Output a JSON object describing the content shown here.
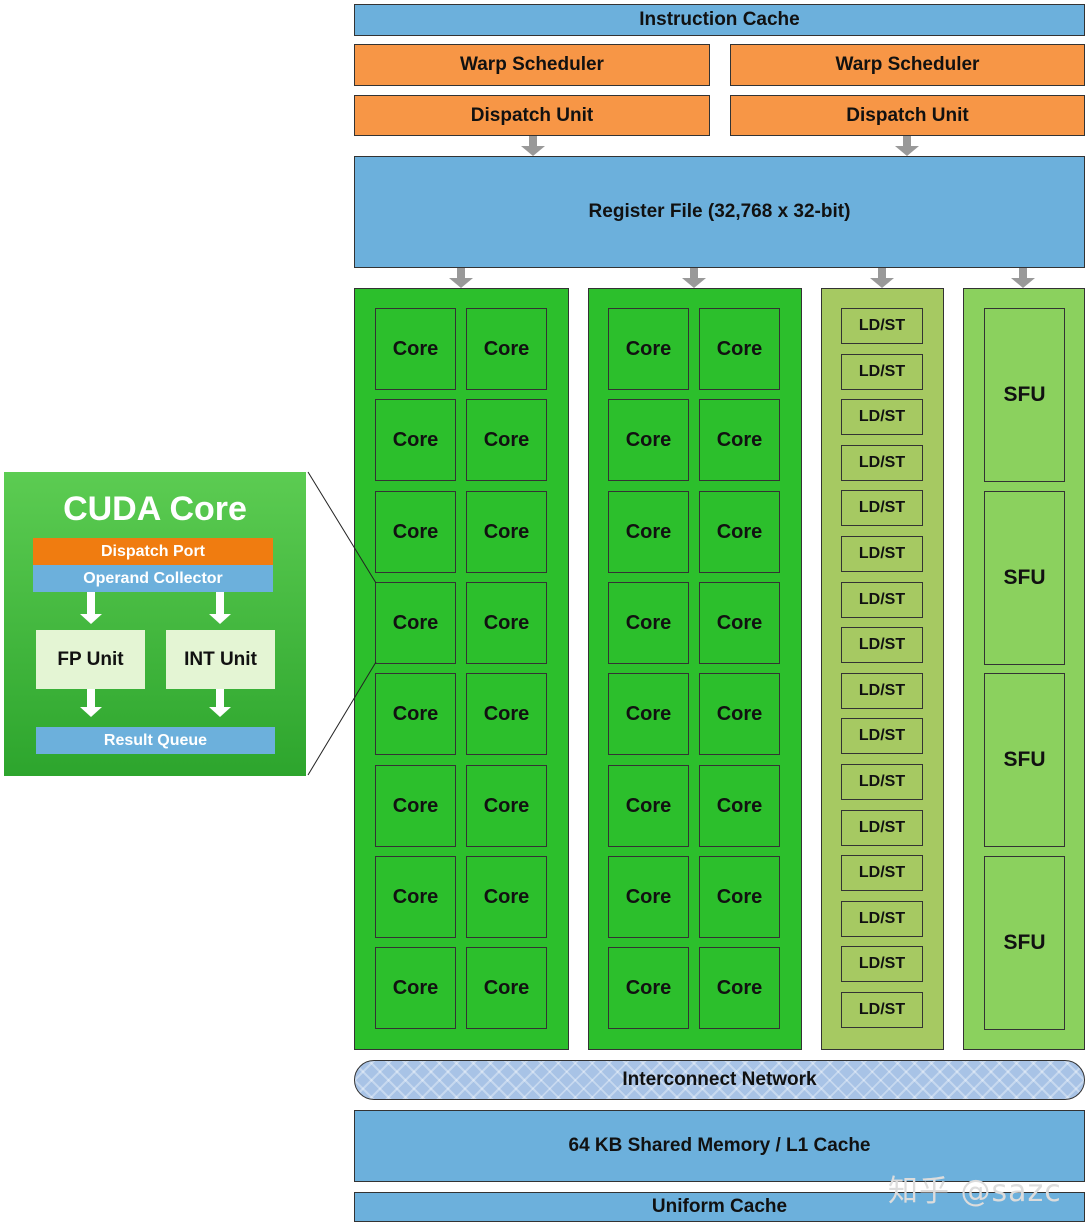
{
  "instruction_cache": "Instruction Cache",
  "warp_scheduler": [
    "Warp Scheduler",
    "Warp Scheduler"
  ],
  "dispatch_unit": [
    "Dispatch Unit",
    "Dispatch Unit"
  ],
  "register_file": "Register File (32,768 x 32-bit)",
  "core_label": "Core",
  "ldst_label": "LD/ST",
  "sfu_label": "SFU",
  "interconnect": "Interconnect Network",
  "shared_memory": "64 KB Shared Memory / L1 Cache",
  "uniform_cache": "Uniform Cache",
  "cuda_core": {
    "title": "CUDA Core",
    "dispatch_port": "Dispatch Port",
    "operand_collector": "Operand Collector",
    "fp_unit": "FP Unit",
    "int_unit": "INT Unit",
    "result_queue": "Result Queue"
  },
  "watermark": "知乎 @sazc",
  "counts": {
    "core_rows": 8,
    "core_groups": 2,
    "ldst_units": 16,
    "sfu_units": 4
  },
  "colors": {
    "blue": "#6cb0dc",
    "orange": "#f79646",
    "core_green": "#2cbf2c",
    "ldst_green": "#a6c962",
    "sfu_green": "#8bd15e"
  }
}
